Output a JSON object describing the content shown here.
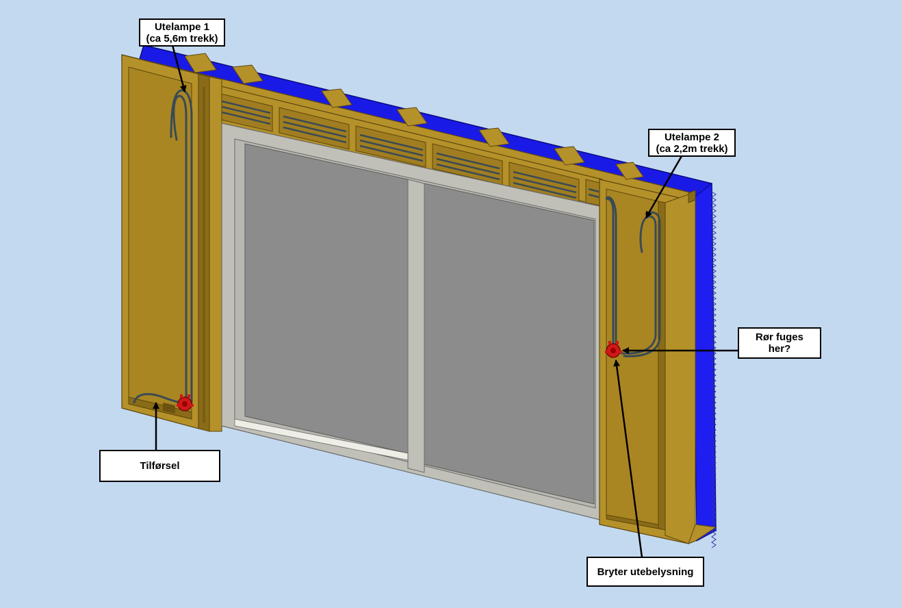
{
  "colors": {
    "background": "#c3d9f0",
    "timber": "#b5912a",
    "timber_dark": "#8a6b17",
    "timber_edge": "#5c460c",
    "insulation": "#1a1ae6",
    "glass": "#8c8c8c",
    "frame": "#c0c0b8",
    "conduit": "#3a4a55",
    "junction_box": "#d01818"
  },
  "callouts": {
    "utelampe1": {
      "line1": "Utelampe 1",
      "line2": "(ca 5,6m trekk)"
    },
    "utelampe2": {
      "line1": "Utelampe 2",
      "line2": "(ca 2,2m trekk)"
    },
    "ror_fuges": {
      "line1": "Rør fuges",
      "line2": "her?"
    },
    "tilforsel": {
      "line1": "Tilførsel"
    },
    "bryter": {
      "line1": "Bryter utebelysning"
    }
  }
}
